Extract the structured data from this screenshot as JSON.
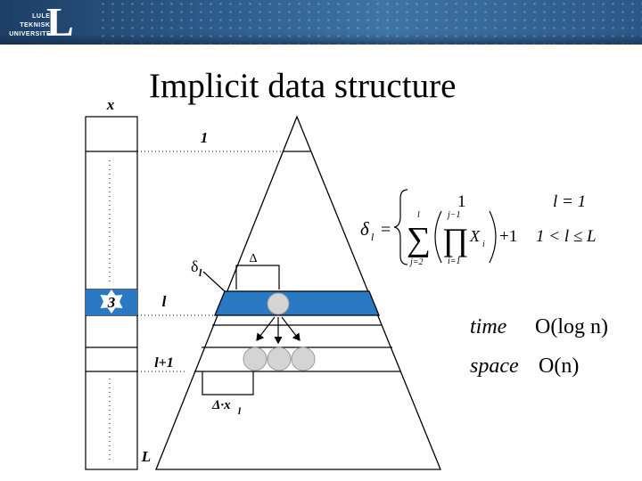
{
  "header": {
    "logo_line1": "LULEÅ",
    "logo_line2": "TEKNISKA",
    "logo_line3": "UNIVERSITET",
    "logo_letter": "L"
  },
  "title": "Implicit data structure",
  "diagram": {
    "array_label": "x",
    "array_marker": "3",
    "level_1": "1",
    "level_l": "l",
    "level_l1": "l+1",
    "level_L": "L",
    "delta": "Δ",
    "delta_l": "δ",
    "delta_l_sub": "l",
    "delta_x": "Δ·x",
    "delta_x_sub": "l",
    "accent_color": "#2a79c4"
  },
  "formula": {
    "lhs": "δ",
    "lhs_sub": "l",
    "eq": "=",
    "case1_value": "1",
    "case1_cond": "l = 1",
    "sum_upper": "l",
    "sum_lower": "j=2",
    "prod_upper": "j−1",
    "prod_lower": "i=1",
    "term": "X",
    "term_sub": "i",
    "plus_one": "+1",
    "case2_cond": "1 < l ≤ L"
  },
  "complexity": {
    "time_label": "time",
    "time_value": "O(log n)",
    "space_label": "space",
    "space_value": "O(n)"
  }
}
